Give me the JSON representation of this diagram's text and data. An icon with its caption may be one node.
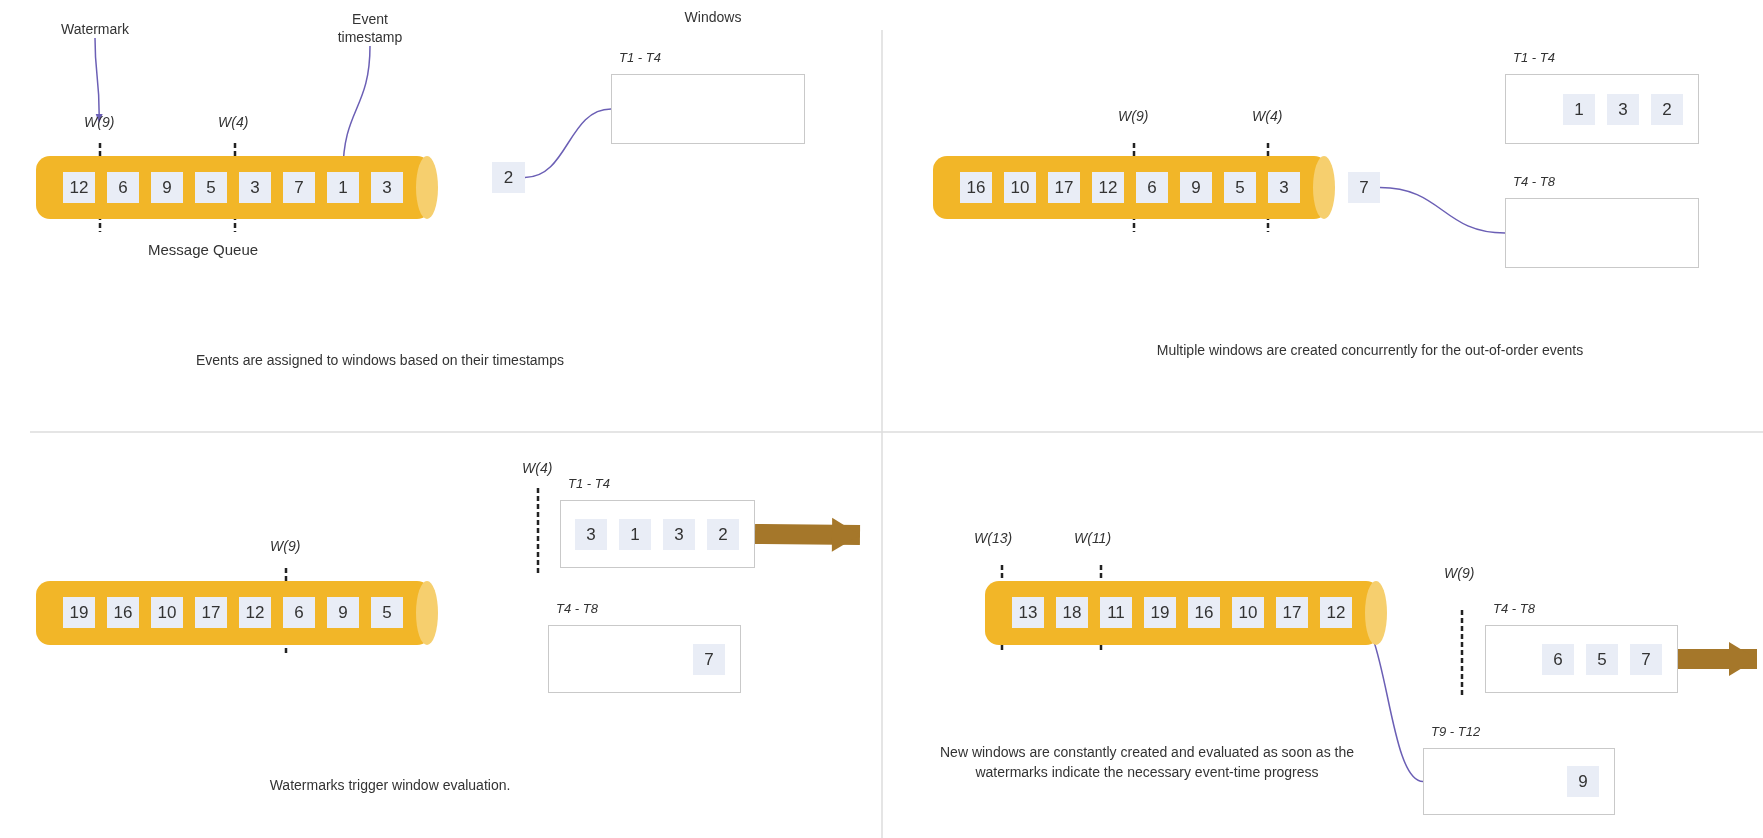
{
  "diagram": {
    "nodes": [
      {
        "text": [
          "Watermark"
        ]
      },
      {
        "text": [
          "Event timestamp"
        ]
      },
      {
        "text": [
          "Message Queue"
        ]
      },
      {
        "text": [
          "12"
        ],
        "in": 2
      },
      {
        "text": [
          "6"
        ],
        "in": 2
      },
      {
        "text": [
          "9"
        ],
        "in": 2
      },
      {
        "text": [
          "5"
        ],
        "in": 2
      },
      {
        "text": [
          "3"
        ],
        "in": 2
      },
      {
        "text": [
          "7"
        ],
        "in": 2
      },
      {
        "text": [
          "1"
        ],
        "in": 2
      },
      {
        "text": [
          "3"
        ],
        "in": 2
      },
      {
        "text": [
          "2"
        ]
      },
      {
        "text": [
          "T1 - T4"
        ]
      },
      {
        "text": [],
        "shape": "cylinder"
      },
      {
        "text": [
          "16"
        ],
        "in": 13
      },
      {
        "text": [
          "10"
        ],
        "in": 13
      },
      {
        "text": [
          "17"
        ],
        "in": 13
      },
      {
        "text": [
          "12"
        ],
        "in": 13
      },
      {
        "text": [
          "6"
        ],
        "in": 13
      },
      {
        "text": [
          "9"
        ],
        "in": 13
      },
      {
        "text": [
          "5"
        ],
        "in": 13
      },
      {
        "text": [
          "3"
        ],
        "in": 13
      },
      {
        "text": [
          "7"
        ]
      },
      {
        "text": [
          "T1 - T4"
        ]
      },
      {
        "text": [
          "1"
        ],
        "in": 23
      },
      {
        "text": [
          "3"
        ],
        "in": 23
      },
      {
        "text": [
          "2"
        ],
        "in": 23
      },
      {
        "text": [
          "T4 - T8"
        ]
      },
      {
        "text": [],
        "shape": "cylinder"
      },
      {
        "text": [
          "19"
        ],
        "in": 28
      },
      {
        "text": [
          "16"
        ],
        "in": 28
      },
      {
        "text": [
          "10"
        ],
        "in": 28
      },
      {
        "text": [
          "17"
        ],
        "in": 28
      },
      {
        "text": [
          "12"
        ],
        "in": 28
      },
      {
        "text": [
          "6"
        ],
        "in": 28
      },
      {
        "text": [
          "9"
        ],
        "in": 28
      },
      {
        "text": [
          "5"
        ],
        "in": 28
      },
      {
        "text": [
          "T1 - T4"
        ]
      },
      {
        "text": [
          "3"
        ],
        "in": 37
      },
      {
        "text": [
          "1"
        ],
        "in": 37
      },
      {
        "text": [
          "3"
        ],
        "in": 37
      },
      {
        "text": [
          "2"
        ],
        "in": 37
      },
      {
        "text": [
          "T4 - T8"
        ]
      },
      {
        "text": [
          "7"
        ],
        "in": 42
      },
      {
        "text": [],
        "shape": "cylinder"
      },
      {
        "text": [
          "13"
        ],
        "in": 44
      },
      {
        "text": [
          "18"
        ],
        "in": 44
      },
      {
        "text": [
          "11"
        ],
        "in": 44
      },
      {
        "text": [
          "19"
        ],
        "in": 44
      },
      {
        "text": [
          "16"
        ],
        "in": 44
      },
      {
        "text": [
          "10"
        ],
        "in": 44
      },
      {
        "text": [
          "17"
        ],
        "in": 44
      },
      {
        "text": [
          "12"
        ],
        "in": 44
      },
      {
        "text": [
          "T4 - T8"
        ]
      },
      {
        "text": [
          "6"
        ],
        "in": 53
      },
      {
        "text": [
          "5"
        ],
        "in": 53
      },
      {
        "text": [
          "7"
        ],
        "in": 53
      },
      {
        "text": [
          "T9 - T12"
        ]
      },
      {
        "text": [
          "9"
        ],
        "in": 57
      },
      {
        "text": [
          "W(9)"
        ]
      }
    ],
    "edges": [
      {
        "from": 0,
        "to": 59,
        "arrow": "to"
      },
      {
        "from": 1,
        "to": 9,
        "arrow": "to"
      },
      {
        "from": 11,
        "to": 12,
        "arrow": "to"
      },
      {
        "from": 22,
        "to": 27,
        "arrow": "to"
      },
      {
        "from": 37,
        "to": null,
        "arrow": "to",
        "style": "thick",
        "color": "#a5772a"
      },
      {
        "from": 52,
        "to": 57,
        "arrow": "to"
      },
      {
        "from": 53,
        "to": null,
        "arrow": "to",
        "style": "thick",
        "color": "#a5772a"
      }
    ],
    "labels": [
      "Windows",
      "W(4)",
      "Events are assigned to windows based on their timestamps",
      "W(9)",
      "W(4)",
      "Multiple windows are created concurrently for the out-of-order events",
      "W(4)",
      "W(9)",
      "Watermarks trigger window evaluation.",
      "W(13)",
      "W(11)",
      "W(9)",
      "New windows are constantly created and evaluated as soon as the watermarks indicate the necessary event-time progress"
    ]
  }
}
